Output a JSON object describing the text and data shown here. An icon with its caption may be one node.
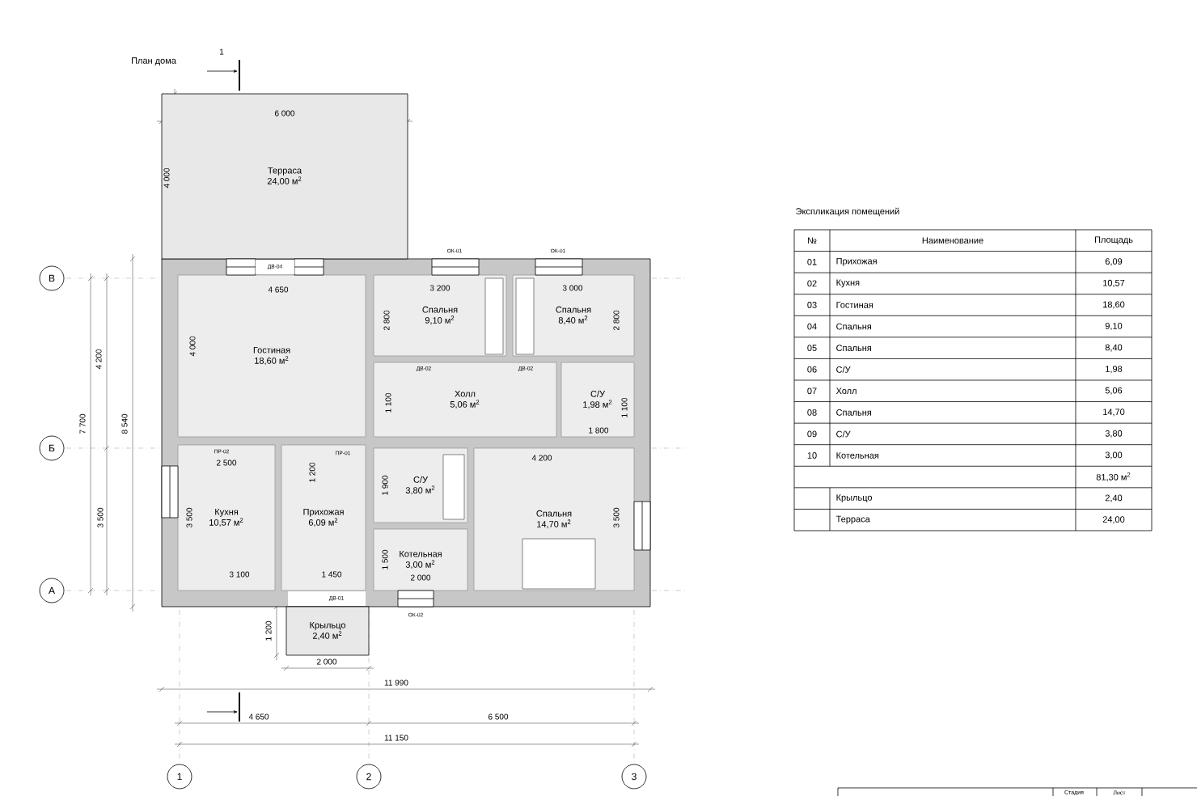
{
  "diagram": {
    "title": "План дома",
    "nodes": [
      {
        "text": [
          "Терраса",
          "24,00 м$^{2}$"
        ]
      },
      {
        "text": [
          "Гостиная",
          "18,60 м$^{2}$"
        ]
      },
      {
        "text": [
          "Спальня",
          "9,10 м$^{2}$"
        ]
      },
      {
        "text": [
          "Спальня",
          "8,40 м$^{2}$"
        ]
      },
      {
        "text": [
          "Холл",
          "5,06 м$^{2}$"
        ]
      },
      {
        "text": [
          "С/У",
          "1,98 м$^{2}$"
        ]
      },
      {
        "text": [
          "Кухня",
          "10,57 м$^{2}$"
        ]
      },
      {
        "text": [
          "Прихожая",
          "6,09 м$^{2}$"
        ]
      },
      {
        "text": [
          "С/У",
          "3,80 м$^{2}$"
        ]
      },
      {
        "text": [
          "Спальня",
          "14,70 м$^{2}$"
        ]
      },
      {
        "text": [
          "Котельная",
          "3,00 м$^{2}$"
        ]
      },
      {
        "text": [
          "Крыльцо",
          "2,40 м$^{2}$"
        ]
      }
    ],
    "labels": [
      "1",
      "6 000",
      "4 000",
      "ДВ-04",
      "ОК-01",
      "ОК-01",
      "В",
      "4 650",
      "3 200",
      "3 000",
      "4 200",
      "4 000",
      "2 800",
      "2 800",
      "7 700",
      "8 540",
      "ДВ-02",
      "ДВ-02",
      "1 100",
      "1 100",
      "1 800",
      "Б",
      "ПР-02",
      "2 500",
      "ПР-01",
      "4 200",
      "1 200",
      "1 900",
      "3 500",
      "3 500",
      "3 500",
      "1 500",
      "3 100",
      "1 450",
      "2 000",
      "А",
      "ДВ-01",
      "ОК-02",
      "1 200",
      "2 000",
      "11 990",
      "4 650",
      "6 500",
      "11 150",
      "1",
      "2",
      "3",
      "Экспликация помещений",
      "№",
      "Наименование",
      "Площадь",
      "01",
      "Прихожая",
      "6,09",
      "02",
      "Кухня",
      "10,57",
      "03",
      "Гостиная",
      "18,60",
      "04",
      "Спальня",
      "9,10",
      "05",
      "Спальня",
      "8,40",
      "06",
      "С/У",
      "1,98",
      "07",
      "Холл",
      "5,06",
      "08",
      "Спальня",
      "14,70",
      "09",
      "С/У",
      "3,80",
      "10",
      "Котельная",
      "3,00",
      "81,30 м$^{2}$",
      "Крыльцо",
      "2,40",
      "Терраса",
      "24,00",
      "Стадия",
      "Лист"
    ]
  }
}
